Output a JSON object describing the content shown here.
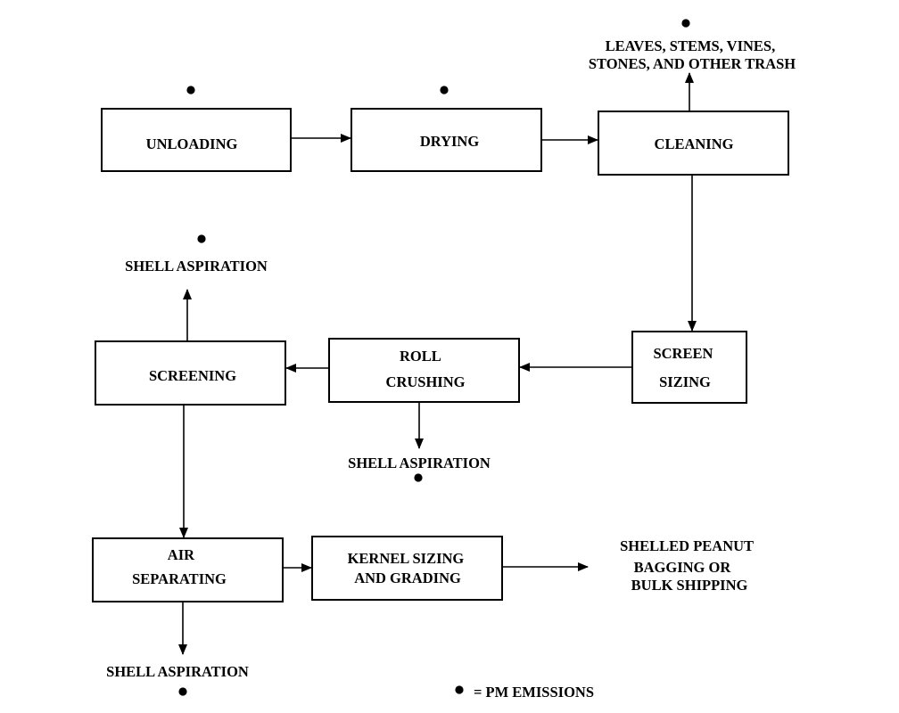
{
  "nodes": {
    "unloading": {
      "lines": [
        "UNLOADING"
      ]
    },
    "drying": {
      "lines": [
        "DRYING"
      ]
    },
    "cleaning": {
      "lines": [
        "CLEANING"
      ]
    },
    "screen_sizing": {
      "lines": [
        "SCREEN",
        "SIZING"
      ]
    },
    "roll_crushing": {
      "lines": [
        "ROLL",
        "CRUSHING"
      ]
    },
    "screening": {
      "lines": [
        "SCREENING"
      ]
    },
    "air_separating": {
      "lines": [
        "AIR",
        "SEPARATING"
      ]
    },
    "kernel_sizing": {
      "lines": [
        "KERNEL SIZING",
        "AND GRADING"
      ]
    }
  },
  "outputs": {
    "trash": {
      "lines": [
        "LEAVES, STEMS, VINES,",
        "STONES, AND OTHER TRASH"
      ]
    },
    "shell_aspiration_screening": {
      "lines": [
        "SHELL ASPIRATION"
      ]
    },
    "shell_aspiration_roll": {
      "lines": [
        "SHELL ASPIRATION"
      ]
    },
    "shell_aspiration_air": {
      "lines": [
        "SHELL ASPIRATION"
      ]
    },
    "shelled_peanut": {
      "lines": [
        "SHELLED PEANUT",
        "BAGGING OR",
        "BULK SHIPPING"
      ]
    }
  },
  "legend": {
    "text": "= PM EMISSIONS"
  },
  "edges": [
    {
      "from": "UNLOADING",
      "to": "DRYING"
    },
    {
      "from": "DRYING",
      "to": "CLEANING"
    },
    {
      "from": "CLEANING",
      "to": "LEAVES, STEMS, VINES, STONES, AND OTHER TRASH"
    },
    {
      "from": "CLEANING",
      "to": "SCREEN SIZING"
    },
    {
      "from": "SCREEN SIZING",
      "to": "ROLL CRUSHING"
    },
    {
      "from": "ROLL CRUSHING",
      "to": "SCREENING"
    },
    {
      "from": "ROLL CRUSHING",
      "to": "SHELL ASPIRATION"
    },
    {
      "from": "SCREENING",
      "to": "SHELL ASPIRATION"
    },
    {
      "from": "SCREENING",
      "to": "AIR SEPARATING"
    },
    {
      "from": "AIR SEPARATING",
      "to": "KERNEL SIZING AND GRADING"
    },
    {
      "from": "AIR SEPARATING",
      "to": "SHELL ASPIRATION"
    },
    {
      "from": "KERNEL SIZING AND GRADING",
      "to": "SHELLED PEANUT BAGGING OR BULK SHIPPING"
    }
  ]
}
